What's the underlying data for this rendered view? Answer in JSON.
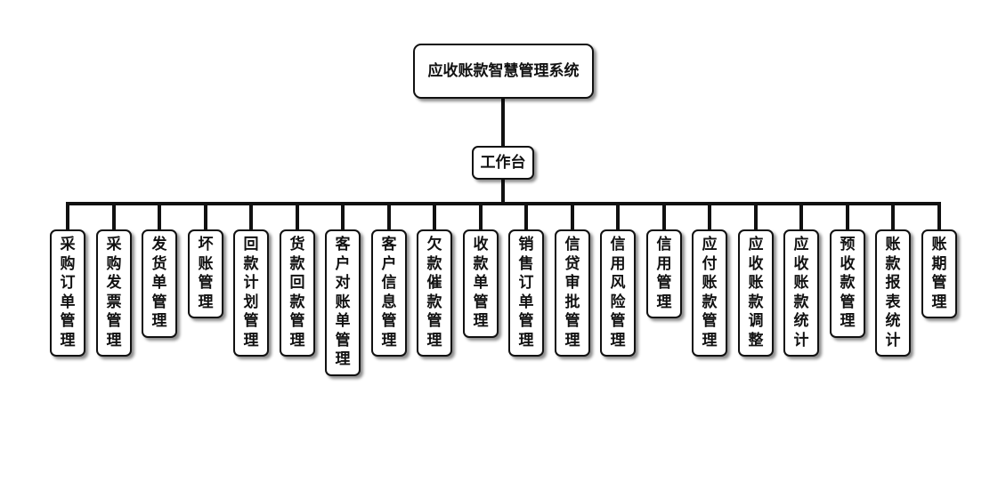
{
  "root": {
    "label": "应收账款智慧管理系统"
  },
  "hub": {
    "label": "工作台"
  },
  "modules": [
    {
      "label": "采购订单管理"
    },
    {
      "label": "采购发票管理"
    },
    {
      "label": "发货单管理"
    },
    {
      "label": "坏账管理"
    },
    {
      "label": "回款计划管理"
    },
    {
      "label": "货款回款管理"
    },
    {
      "label": "客户对账单管理"
    },
    {
      "label": "客户信息管理"
    },
    {
      "label": "欠款催款管理"
    },
    {
      "label": "收款单管理"
    },
    {
      "label": "销售订单管理"
    },
    {
      "label": "信贷审批管理"
    },
    {
      "label": "信用风险管理"
    },
    {
      "label": "信用管理"
    },
    {
      "label": "应付账款管理"
    },
    {
      "label": "应收账款调整"
    },
    {
      "label": "应收账款统计"
    },
    {
      "label": "预收款管理"
    },
    {
      "label": "账款报表统计"
    },
    {
      "label": "账期管理"
    }
  ],
  "colors": {
    "line": "#111111",
    "border": "#111111",
    "background": "#ffffff"
  }
}
